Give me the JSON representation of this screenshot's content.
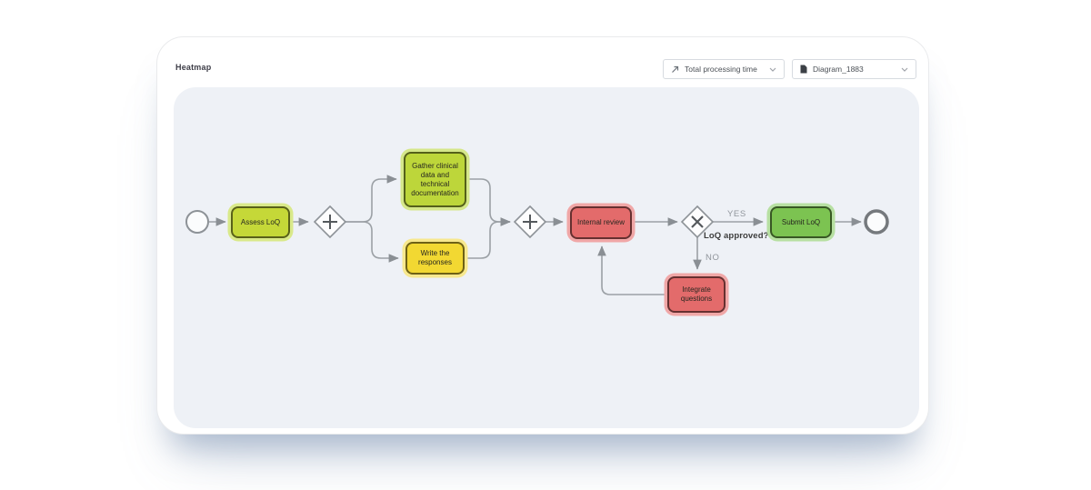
{
  "window": {
    "title": "Heatmap"
  },
  "toolbar": {
    "metric_select": {
      "value": "Total processing time",
      "icon": "trending-arrow-icon"
    },
    "diagram_select": {
      "value": "Diagram_1883",
      "icon": "document-icon"
    }
  },
  "canvas": {
    "background": "#eef1f6"
  },
  "diagram": {
    "tasks": [
      {
        "id": "assess-loq",
        "label": "Assess LoQ",
        "fill": "#c5d838",
        "halo": "#d9e98a"
      },
      {
        "id": "gather-clinical-data",
        "label": "Gather clinical data and technical documentation",
        "fill": "#bdd63a",
        "halo": "#d5e78a"
      },
      {
        "id": "write-the-responses",
        "label": "Write the responses",
        "fill": "#f2d832",
        "halo": "#f7e88e"
      },
      {
        "id": "internal-review",
        "label": "Internal review",
        "fill": "#e36b6b",
        "halo": "#f0a7a7"
      },
      {
        "id": "submit-loq",
        "label": "Submit LoQ",
        "fill": "#7cc351",
        "halo": "#b7e0a2"
      },
      {
        "id": "integrate-questions",
        "label": "Integrate questions",
        "fill": "#e36b6b",
        "halo": "#f0a7a7"
      }
    ],
    "gateways": [
      {
        "id": "gateway-split",
        "type": "parallel"
      },
      {
        "id": "gateway-join",
        "type": "parallel"
      },
      {
        "id": "gateway-decision",
        "type": "exclusive"
      }
    ],
    "events": [
      {
        "id": "start-event",
        "type": "start"
      },
      {
        "id": "end-event",
        "type": "end"
      }
    ],
    "edge_labels": {
      "yes": "YES",
      "no": "NO",
      "question": "LoQ approved?"
    }
  }
}
